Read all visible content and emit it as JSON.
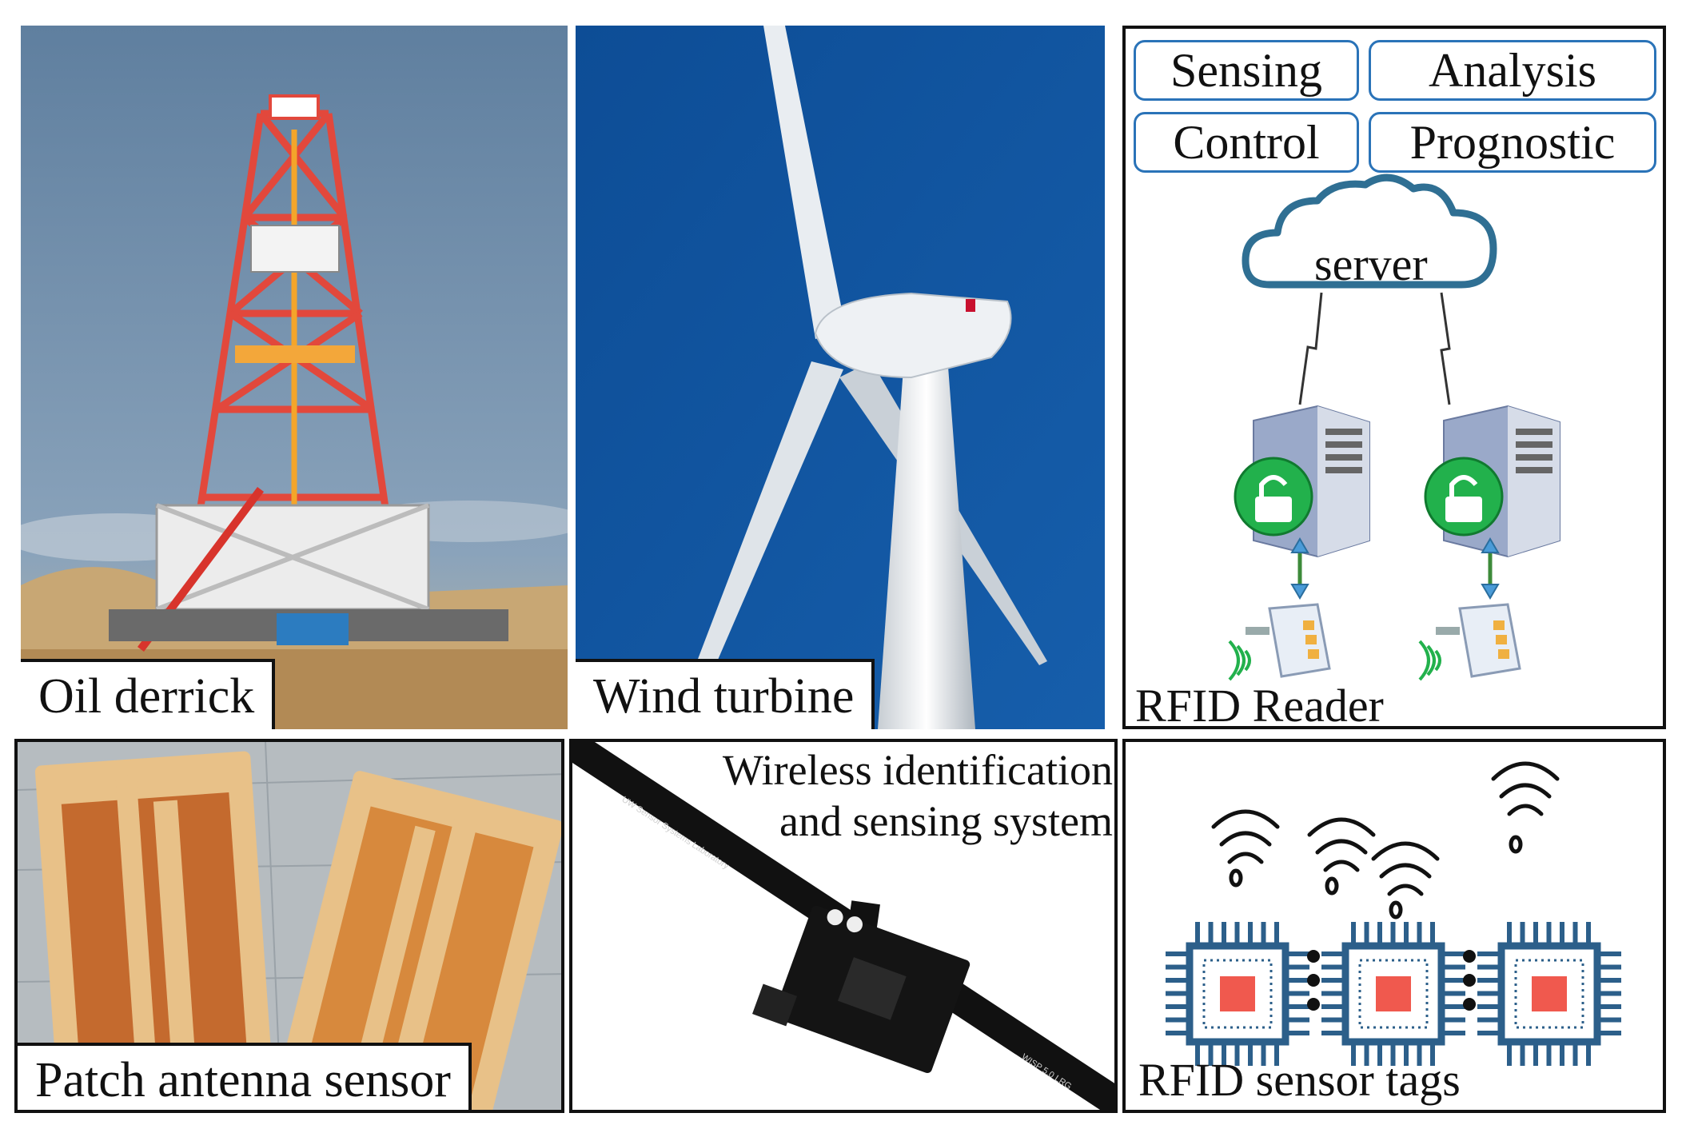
{
  "panels": {
    "oil_derrick": {
      "label": "Oil derrick"
    },
    "wind_turbine": {
      "label": "Wind turbine"
    },
    "architecture": {
      "categories": [
        "Sensing",
        "Analysis",
        "Control",
        "Prognostic"
      ],
      "cloud_label": "server",
      "reader_label": "RFID Reader"
    },
    "patch_antenna": {
      "label": "Patch antenna sensor"
    },
    "wisp": {
      "caption_line1": "Wireless identification",
      "caption_line2": "and sensing system",
      "board_text": "UW Sensor Systems Laboratory",
      "board_version": "WISP 5.0 LRG"
    },
    "sensor_tags": {
      "label": "RFID sensor tags"
    }
  },
  "colors": {
    "sky_oil": "#6f8fae",
    "sky_wind": "#0f4e98",
    "box_border": "#2a73b8",
    "cloud_stroke": "#2f6f93",
    "chip_blue": "#2c5f8a",
    "chip_core": "#f0594e",
    "lock_green": "#22b14c"
  }
}
